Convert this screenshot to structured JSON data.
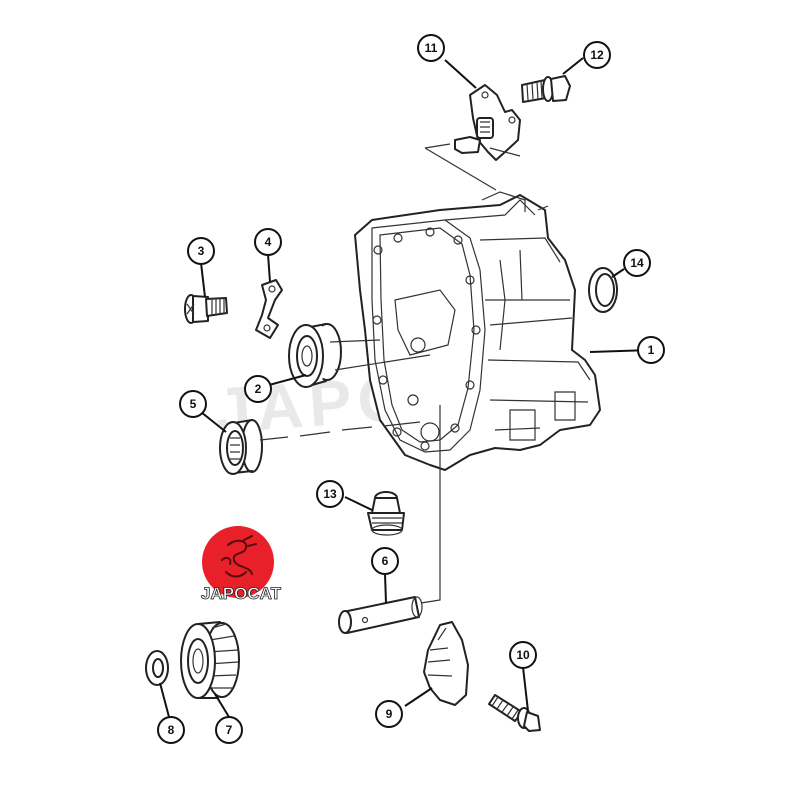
{
  "diagram": {
    "watermark": "JAPOCAT",
    "logo": {
      "text": "JAPOCAT",
      "color": "#e8202a"
    },
    "callouts": [
      {
        "id": "c1",
        "label": "1"
      },
      {
        "id": "c2",
        "label": "2"
      },
      {
        "id": "c3",
        "label": "3"
      },
      {
        "id": "c4",
        "label": "4"
      },
      {
        "id": "c5",
        "label": "5"
      },
      {
        "id": "c6",
        "label": "6"
      },
      {
        "id": "c7",
        "label": "7"
      },
      {
        "id": "c8",
        "label": "8"
      },
      {
        "id": "c9",
        "label": "9"
      },
      {
        "id": "c10",
        "label": "10"
      },
      {
        "id": "c11",
        "label": "11"
      },
      {
        "id": "c12",
        "label": "12"
      },
      {
        "id": "c13",
        "label": "13"
      },
      {
        "id": "c14",
        "label": "14"
      }
    ]
  }
}
